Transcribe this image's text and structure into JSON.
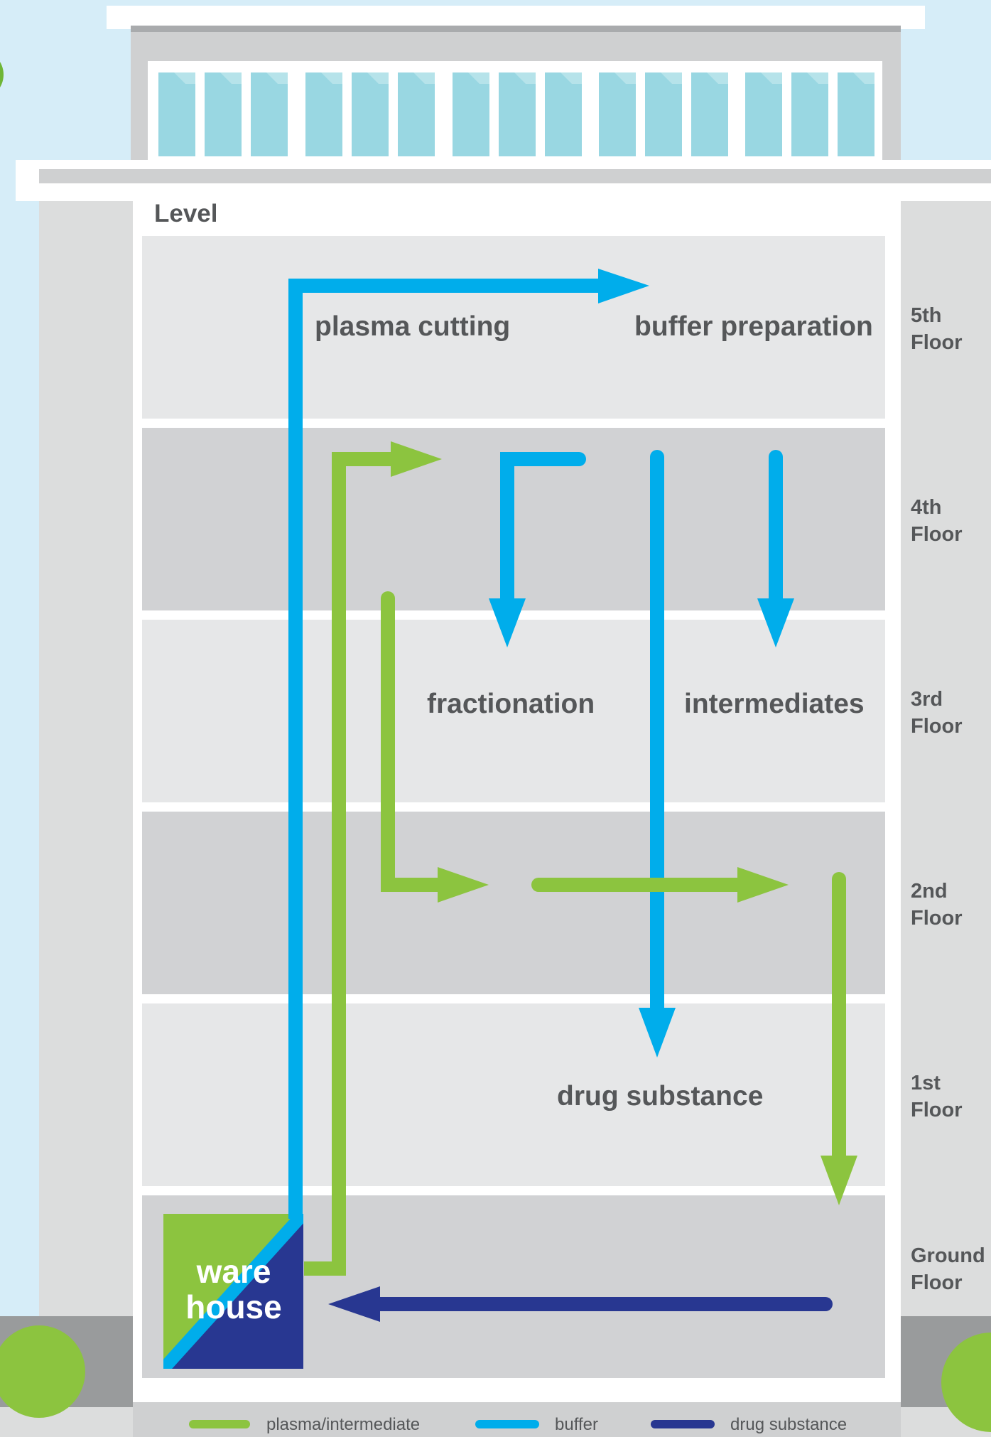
{
  "level_header": "Level",
  "floors": [
    {
      "line1": "5th",
      "line2": "Floor"
    },
    {
      "line1": "4th",
      "line2": "Floor"
    },
    {
      "line1": "3rd",
      "line2": "Floor"
    },
    {
      "line1": "2nd",
      "line2": "Floor"
    },
    {
      "line1": "1st",
      "line2": "Floor"
    },
    {
      "line1": "Ground",
      "line2": "Floor"
    }
  ],
  "rooms": {
    "plasma_cutting": "plasma cutting",
    "buffer_preparation": "buffer preparation",
    "fractionation": "fractionation",
    "intermediates": "intermediates",
    "drug_substance": "drug substance",
    "warehouse_line1": "ware",
    "warehouse_line2": "house"
  },
  "legend": [
    {
      "label": "plasma/intermediate",
      "color": "#8cc43f"
    },
    {
      "label": "buffer",
      "color": "#00adeb"
    },
    {
      "label": "drug substance",
      "color": "#283791"
    }
  ],
  "colors": {
    "plasma": "#8cc43f",
    "buffer": "#00adeb",
    "drug": "#283791"
  }
}
